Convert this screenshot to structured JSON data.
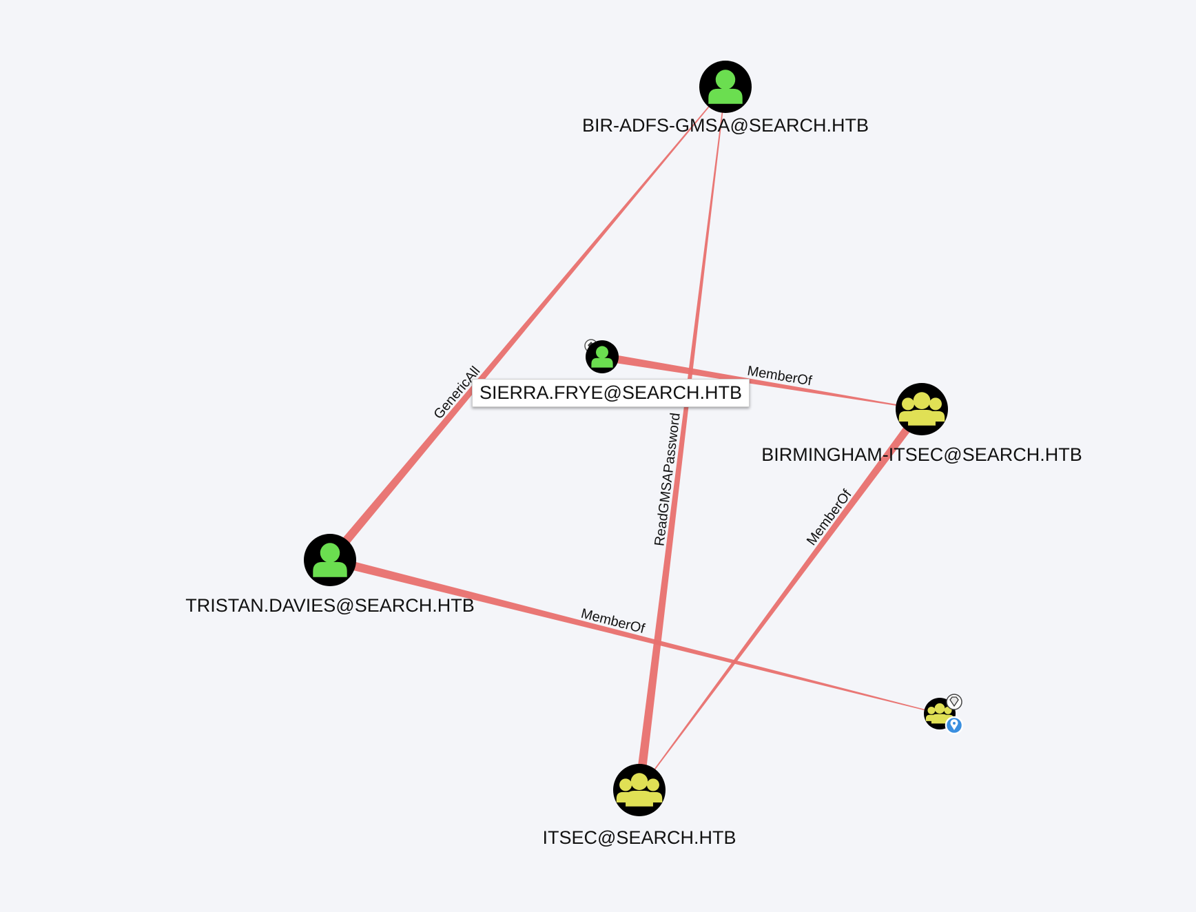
{
  "nodes": [
    {
      "id": "bir-adfs-gmsa",
      "label": "BIR-ADFS-GMSA@SEARCH.HTB",
      "kind": "user"
    },
    {
      "id": "sierra-frye",
      "label": "SIERRA.FRYE@SEARCH.HTB",
      "kind": "user",
      "badge": "owned-icon"
    },
    {
      "id": "birmingham-itsec",
      "label": "BIRMINGHAM-ITSEC@SEARCH.HTB",
      "kind": "group"
    },
    {
      "id": "tristan-davies",
      "label": "TRISTAN.DAVIES@SEARCH.HTB",
      "kind": "user"
    },
    {
      "id": "domain-admins",
      "label": "",
      "kind": "group",
      "badge": "high-value-icon"
    },
    {
      "id": "itsec",
      "label": "ITSEC@SEARCH.HTB",
      "kind": "group"
    }
  ],
  "edges": [
    {
      "from": "tristan-davies",
      "to": "bir-adfs-gmsa",
      "label": "GenericAll"
    },
    {
      "from": "bir-adfs-gmsa",
      "to": "itsec",
      "label": "ReadGMSAPassword"
    },
    {
      "from": "sierra-frye",
      "to": "birmingham-itsec",
      "label": "MemberOf"
    },
    {
      "from": "birmingham-itsec",
      "to": "itsec",
      "label": "MemberOf"
    },
    {
      "from": "tristan-davies",
      "to": "domain-admins",
      "label": "MemberOf"
    }
  ],
  "hover_label": "SIERRA.FRYE@SEARCH.HTB",
  "colors": {
    "background": "#f4f5f9",
    "edge": "#e8706e",
    "user_icon": "#6bde50",
    "group_icon": "#e0e055",
    "node_fill": "#000000"
  }
}
